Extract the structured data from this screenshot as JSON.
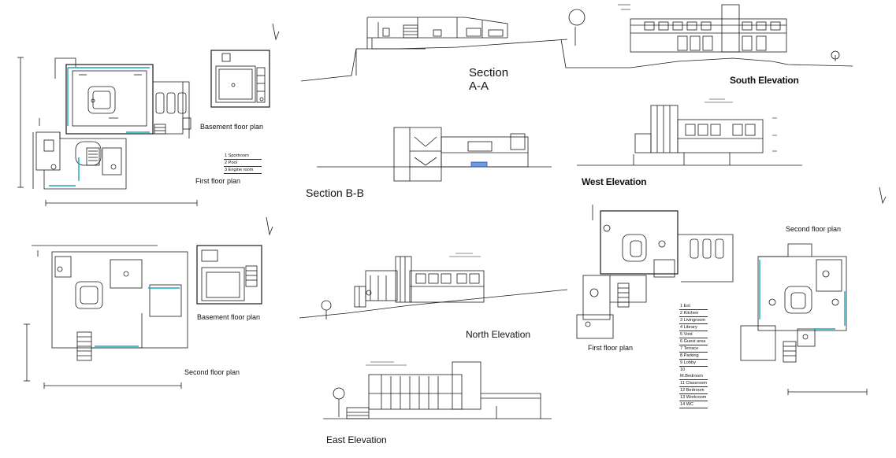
{
  "drawing": {
    "colors": {
      "line": "#1a1a1a",
      "accent": "#18a8b8",
      "background": "#ffffff"
    },
    "labels": {
      "section_aa_1": "Section",
      "section_aa_2": "A-A",
      "section_bb": "Section B-B",
      "south_elevation": "South Elevation",
      "west_elevation": "West Elevation",
      "north_elevation": "North  Elevation",
      "east_elevation": "East Elevation",
      "basement_plan_top": "Basement floor plan",
      "first_floor_plan_left": "First  floor plan",
      "basement_plan_mid": "Basement floor plan",
      "second_floor_plan_left": "Second floor plan",
      "first_floor_plan_right": "First  floor plan",
      "second_floor_plan_right": "Second floor plan"
    },
    "legend_basement": [
      "1 Sportroom",
      "2 Pool",
      "3 Engine room"
    ],
    "legend_first_floor": [
      "1 Enl",
      "2 Kitchen",
      "3 Livingroom",
      "4 Library",
      "5 Void",
      "6 Guest area",
      "7 Terrace",
      "8 Parking",
      "9 Lobby",
      "10 M.Bedroom",
      "11 Classroom",
      "12 Bedroom",
      "13 Workroom",
      "14 WC"
    ]
  }
}
